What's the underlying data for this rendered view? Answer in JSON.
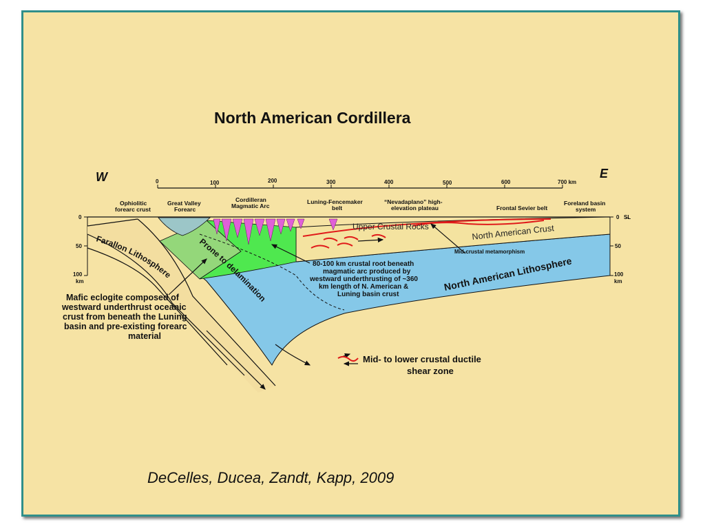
{
  "title": "North American Cordillera",
  "direction_west": "W",
  "direction_east": "E",
  "distance_ticks": [
    "0",
    "100",
    "200",
    "300",
    "400",
    "500",
    "600",
    "700 km"
  ],
  "depth_left": [
    "0",
    "50",
    "100",
    "km"
  ],
  "depth_right": [
    "0",
    "50",
    "100",
    "km"
  ],
  "sea_level_symbol": "S̶L",
  "surface_labels": {
    "ophiolitic": [
      "Ophiolitic",
      "forearc crust"
    ],
    "great_valley": [
      "Great Valley",
      "Forearc"
    ],
    "cordilleran_arc": [
      "Cordilleran",
      "Magmatic Arc"
    ],
    "luning": [
      "Luning-Fencemaker",
      "belt"
    ],
    "nevadaplano": [
      "“Nevadaplano” high-",
      "elevation plateau"
    ],
    "sevier": "Frontal Sevier belt",
    "foreland": [
      "Foreland basin",
      "system"
    ]
  },
  "units": {
    "farallon": "Farallon Lithosphere",
    "upper_crust": "Upper Crustal Rocks",
    "na_crust": "North American Crust",
    "mid_crustal": "Mid-crustal metamorphism",
    "na_lithosphere": "North American Lithosphere",
    "prone": "Prone to delamination"
  },
  "annotations": {
    "crustal_root": [
      "80-100 km crustal root beneath",
      "magmatic arc produced by",
      "westward underthrusting of ~360",
      "km length of N. American &",
      "Luning basin crust"
    ],
    "eclogite": [
      "Mafic eclogite composed of",
      "westward underthrust oceanic",
      "crust from beneath the Luning",
      "basin and pre-existing forearc",
      "material"
    ]
  },
  "legend": [
    "Mid- to lower crustal ductile",
    "shear zone"
  ],
  "credit": "DeCelles, Ducea, Zandt, Kapp, 2009",
  "colors": {
    "background": "#f6e3a4",
    "border": "#2f8f8a",
    "lithosphere": "#85c8e8",
    "na_crust": "#f4e3a0",
    "root_green": "#4fe84f",
    "forearc_green": "#94d77a",
    "arc_magenta": "#e060d8",
    "shear_red": "#e01a1a"
  }
}
